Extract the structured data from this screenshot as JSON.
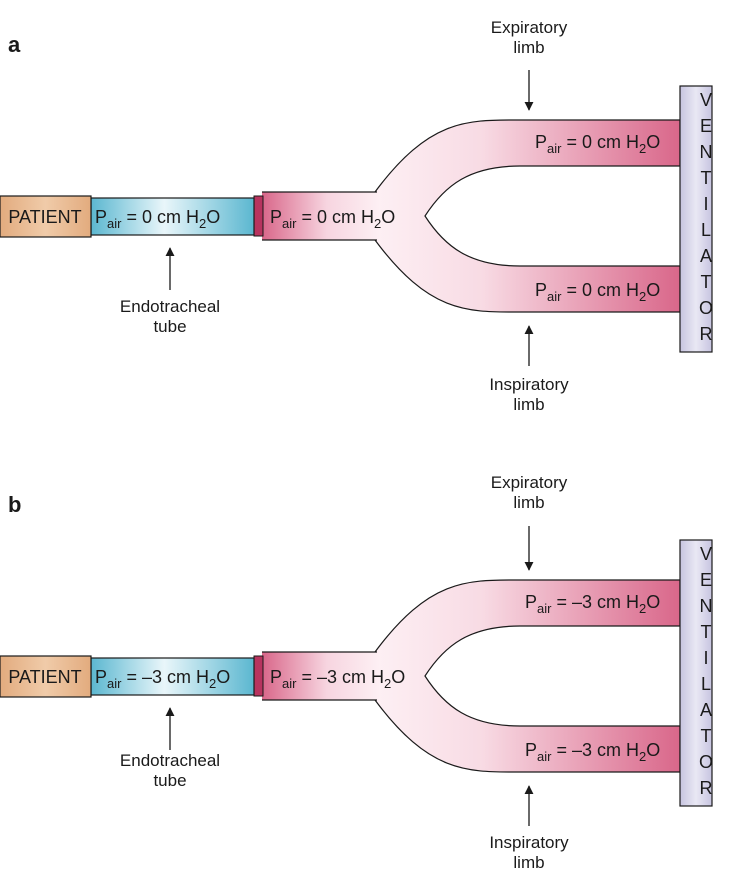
{
  "panels": [
    {
      "label": "a",
      "patient": "PATIENT",
      "ett_label": [
        "Endotracheal",
        "tube"
      ],
      "exp_label": [
        "Expiratory",
        "limb"
      ],
      "insp_label": [
        "Inspiratory",
        "limb"
      ],
      "ventilator": [
        "V",
        "E",
        "N",
        "T",
        "I",
        "L",
        "A",
        "T",
        "O",
        "R"
      ],
      "pressure": {
        "symbol": "P",
        "subscript": "air",
        "ett": " = 0 cm H",
        "wye": " = 0 cm H",
        "exp": " = 0 cm H",
        "insp": " = 0 cm H",
        "h2o_sub": "2",
        "h2o_tail": "O"
      }
    },
    {
      "label": "b",
      "patient": "PATIENT",
      "ett_label": [
        "Endotracheal",
        "tube"
      ],
      "exp_label": [
        "Expiratory",
        "limb"
      ],
      "insp_label": [
        "Inspiratory",
        "limb"
      ],
      "ventilator": [
        "V",
        "E",
        "N",
        "T",
        "I",
        "L",
        "A",
        "T",
        "O",
        "R"
      ],
      "pressure": {
        "symbol": "P",
        "subscript": "air",
        "ett": " = –3 cm H",
        "wye": " = –3 cm H",
        "exp": " = –3 cm H",
        "insp": " = –3 cm H",
        "h2o_sub": "2",
        "h2o_tail": "O"
      }
    }
  ],
  "colors": {
    "patient_fill": "#e7b68d",
    "ett_fill": "#5bb7d0",
    "tube_pink": "#d9678a",
    "tube_light": "#fbe9ef",
    "ventilator_fill": "#d6d4ea",
    "connector": "#b8345f"
  }
}
